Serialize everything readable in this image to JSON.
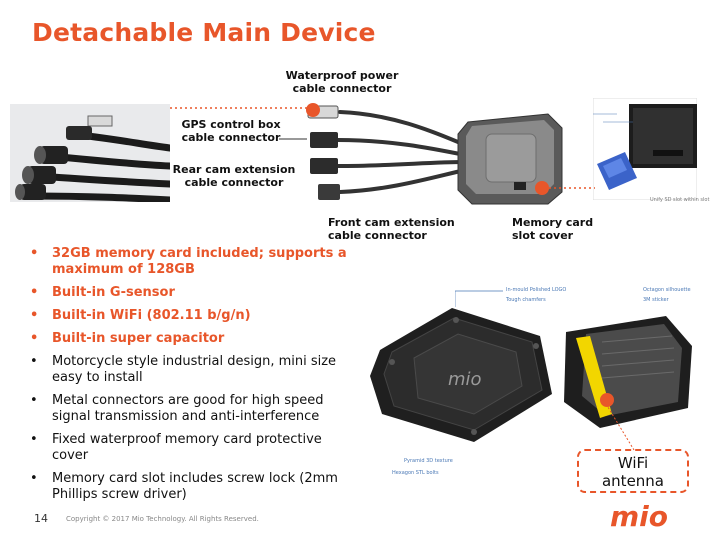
{
  "title": "Detachable Main Device",
  "labels": {
    "power": "Waterproof power\ncable connector",
    "gps": "GPS control box\ncable connector",
    "rear": "Rear cam extension\ncable connector",
    "front": "Front cam extension\ncable connector",
    "memory": "Memory card\nslot cover"
  },
  "bullets": [
    {
      "text": "32GB memory card included; supports a maximum of 128GB",
      "highlight": true
    },
    {
      "text": "Built-in G-sensor",
      "highlight": true
    },
    {
      "text": "Built-in WiFi (802.11 b/g/n)",
      "highlight": true
    },
    {
      "text": "Built-in super capacitor",
      "highlight": true
    },
    {
      "text": "Motorcycle style industrial design, mini size easy to install",
      "highlight": false
    },
    {
      "text": "Metal connectors are good for high speed signal transmission and anti-interference",
      "highlight": false
    },
    {
      "text": "Fixed waterproof memory card protective cover",
      "highlight": false
    },
    {
      "text": "Memory card slot includes screw lock (2mm Phillips screw driver)",
      "highlight": false
    }
  ],
  "bullet_symbol": "•",
  "wifi_label": "WiFi\nantenna",
  "callouts": {
    "logo": "In-mould Polished LOGO",
    "chamfers": "Tough chamfers",
    "texture": "Pyramid 3D texture",
    "bolts": "Hexagon STL bolts",
    "silhouette": "Octagon silhouette",
    "sticker": "3M sticker"
  },
  "page_number": "14",
  "copyright": "Copyright © 2017 Mio Technology. All Rights Reserved.",
  "logo_text": "mio",
  "colors": {
    "accent": "#e8562a",
    "text": "#111111"
  }
}
